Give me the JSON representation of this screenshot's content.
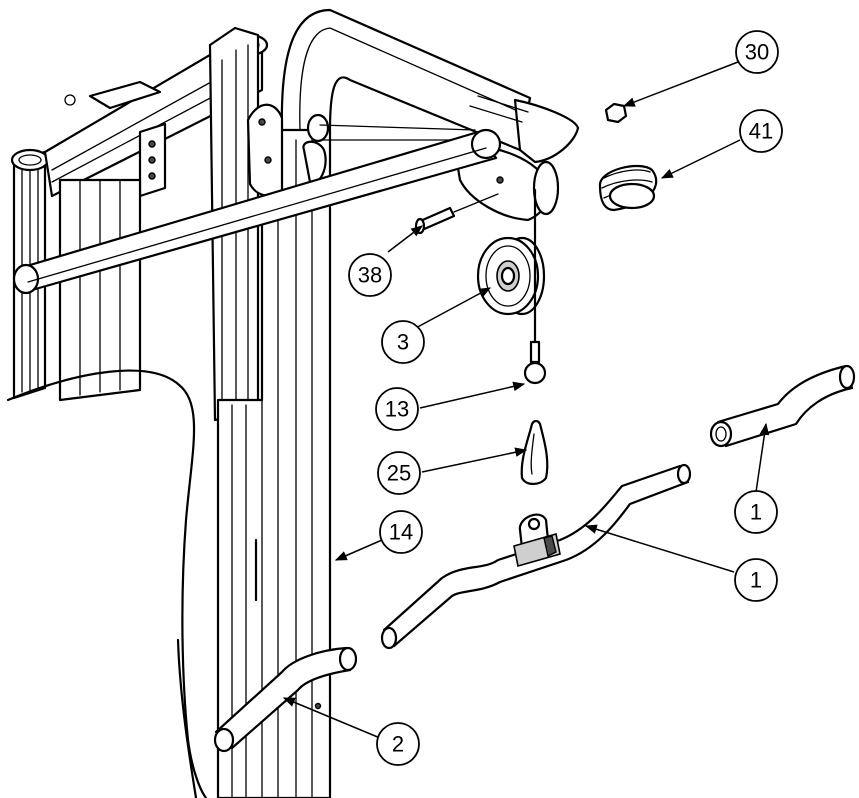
{
  "callouts": [
    {
      "id": "c30",
      "label": "30"
    },
    {
      "id": "c41",
      "label": "41"
    },
    {
      "id": "c38",
      "label": "38"
    },
    {
      "id": "c3",
      "label": "3"
    },
    {
      "id": "c13",
      "label": "13"
    },
    {
      "id": "c25",
      "label": "25"
    },
    {
      "id": "c14",
      "label": "14"
    },
    {
      "id": "c1a",
      "label": "1"
    },
    {
      "id": "c1b",
      "label": "1"
    },
    {
      "id": "c2",
      "label": "2"
    }
  ]
}
